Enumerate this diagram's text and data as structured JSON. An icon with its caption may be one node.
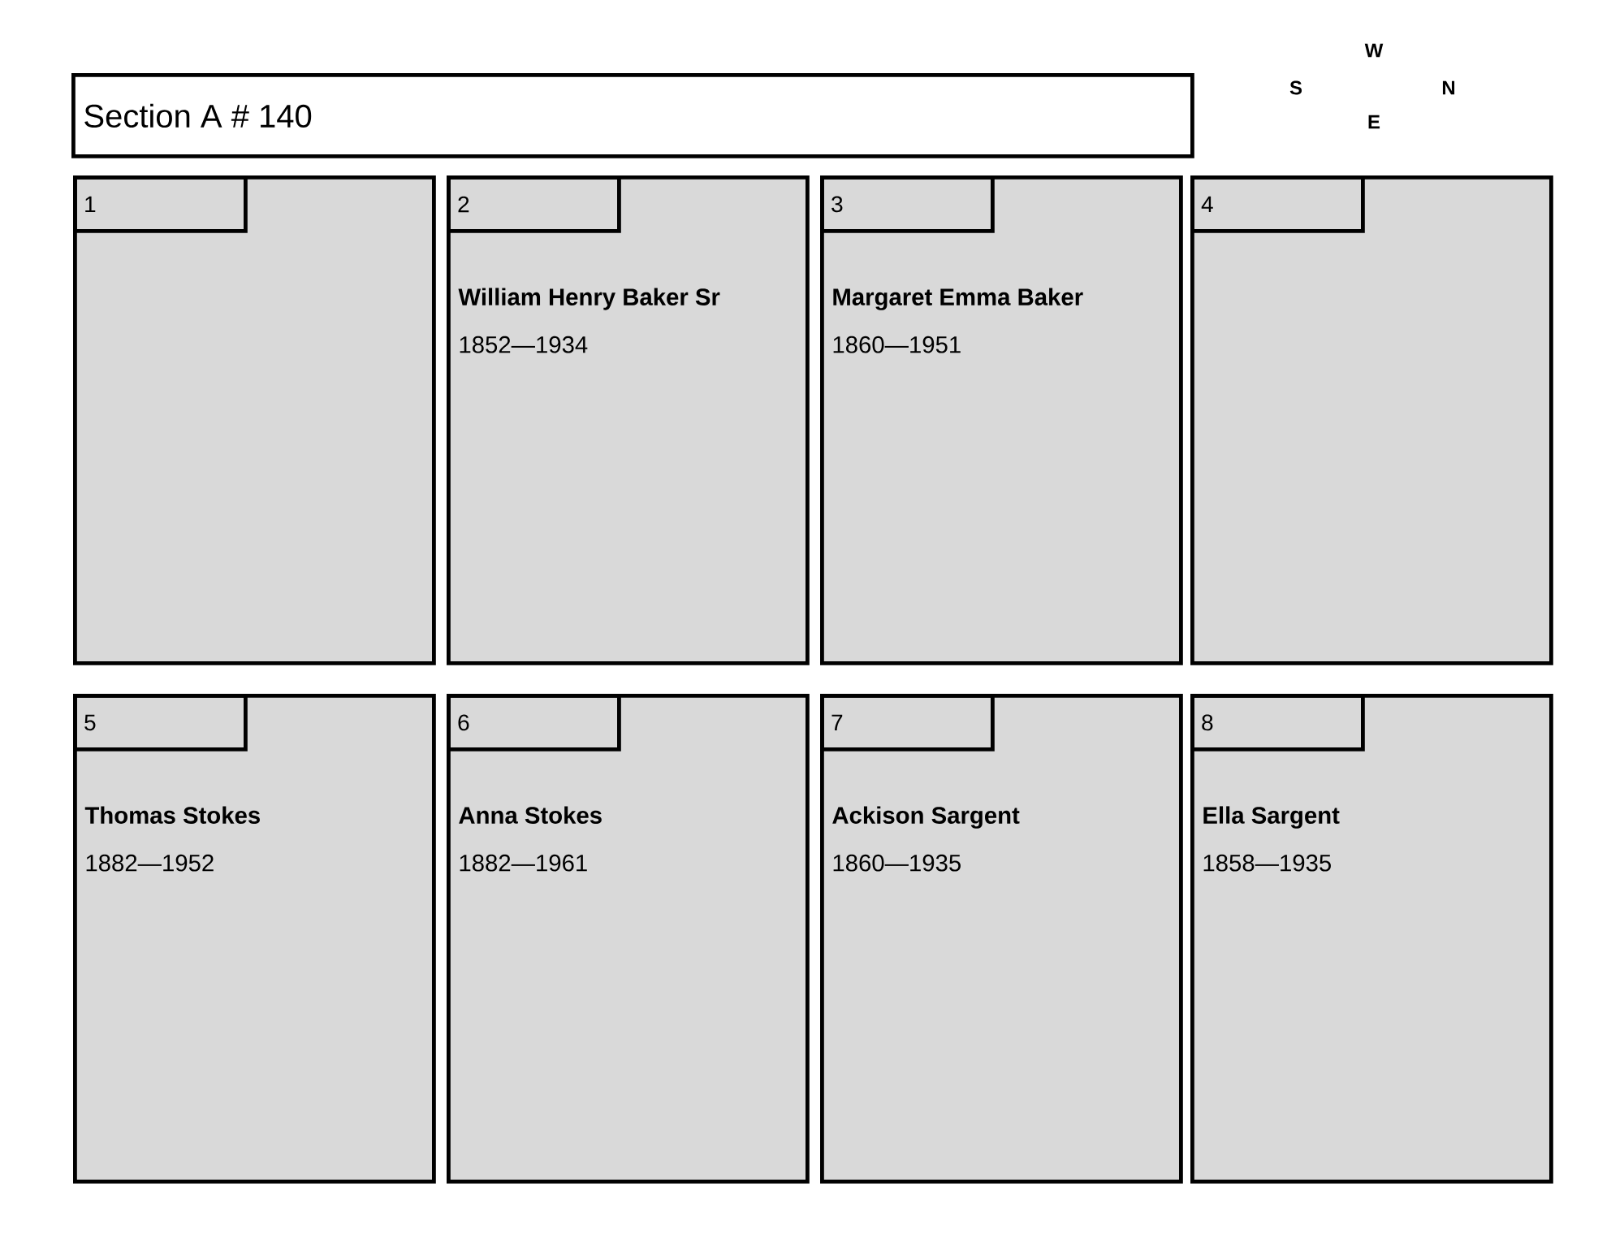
{
  "diagram": {
    "nodes": [
      {
        "text": [
          "Section A # 140"
        ]
      },
      {
        "text": [],
        "shape": "box"
      },
      {
        "text": [
          "1"
        ],
        "in": 1
      },
      {
        "text": [
          "William Henry Baker Sr",
          "1852—1934"
        ]
      },
      {
        "text": [
          "2"
        ],
        "in": 3
      },
      {
        "text": [
          "Margaret Emma Baker",
          "1860—1951"
        ]
      },
      {
        "text": [
          "3"
        ],
        "in": 5
      },
      {
        "text": [],
        "shape": "box"
      },
      {
        "text": [
          "4"
        ],
        "in": 7
      },
      {
        "text": [
          "Thomas Stokes",
          "1882—1952"
        ]
      },
      {
        "text": [
          "5"
        ],
        "in": 9
      },
      {
        "text": [
          "Anna Stokes",
          "1882—1961"
        ]
      },
      {
        "text": [
          "6"
        ],
        "in": 11
      },
      {
        "text": [
          "Ackison Sargent",
          "1860—1935"
        ]
      },
      {
        "text": [
          "7"
        ],
        "in": 13
      },
      {
        "text": [
          "Ella Sargent",
          "1858—1935"
        ]
      },
      {
        "text": [
          "8"
        ],
        "in": 15
      }
    ],
    "labels": [
      "W",
      "S",
      "N",
      "E"
    ]
  }
}
